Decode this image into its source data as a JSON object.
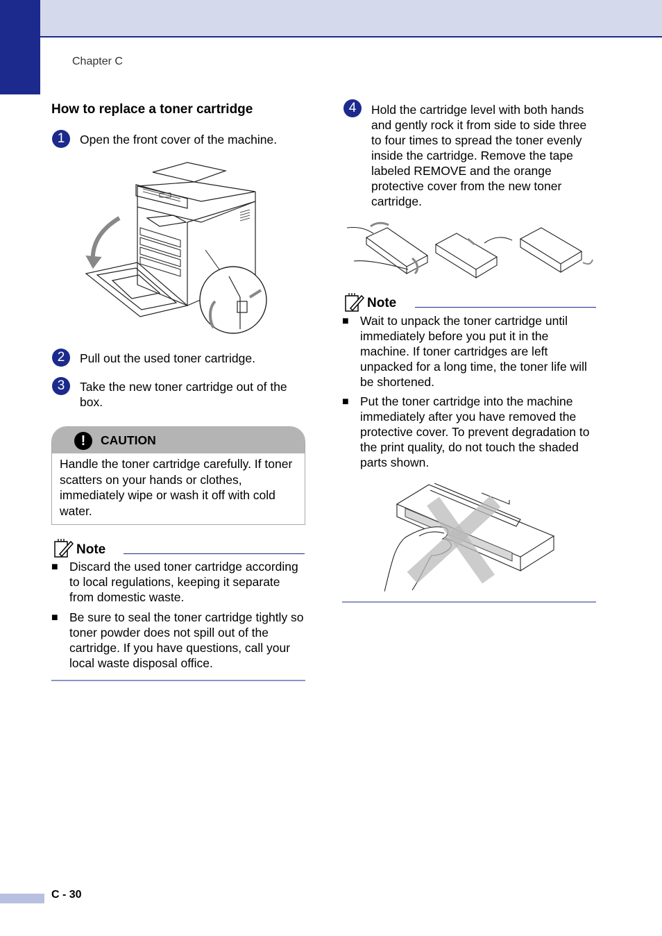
{
  "header": {
    "chapter": "Chapter C"
  },
  "footer": {
    "page_number": "C - 30"
  },
  "section_title": "How to replace a toner cartridge",
  "steps": [
    {
      "number": "1",
      "text": "Open the front cover of the machine."
    },
    {
      "number": "2",
      "text": "Pull out the used toner cartridge."
    },
    {
      "number": "3",
      "text": "Take the new toner cartridge out of the box."
    },
    {
      "number": "4",
      "text": "Hold the cartridge level with both hands and gently rock it from side to side three to four times to spread the toner evenly inside the cartridge. Remove the tape labeled REMOVE and the orange protective cover from the new toner cartridge."
    }
  ],
  "caution": {
    "title": "CAUTION",
    "text": "Handle the toner cartridge carefully. If toner scatters on your hands or clothes, immediately wipe or wash it off with cold water."
  },
  "note_left": {
    "title": "Note",
    "items": [
      "Discard the used toner cartridge according to local regulations, keeping it separate from domestic waste.",
      "Be sure to seal the toner cartridge tightly so toner powder does not spill out of the cartridge. If you have questions, call your local waste disposal office."
    ]
  },
  "note_right": {
    "title": "Note",
    "items": [
      "Wait to unpack the toner cartridge until immediately before you put it in the machine. If toner cartridges are left unpacked for a long time, the toner life will be shortened.",
      "Put the toner cartridge into the machine immediately after you have removed the protective cover. To prevent degradation to the print quality, do not touch the shaded parts shown."
    ]
  },
  "colors": {
    "accent": "#1b2a8c",
    "band": "#d4d9ec",
    "caution_head": "#b4b4b4"
  }
}
